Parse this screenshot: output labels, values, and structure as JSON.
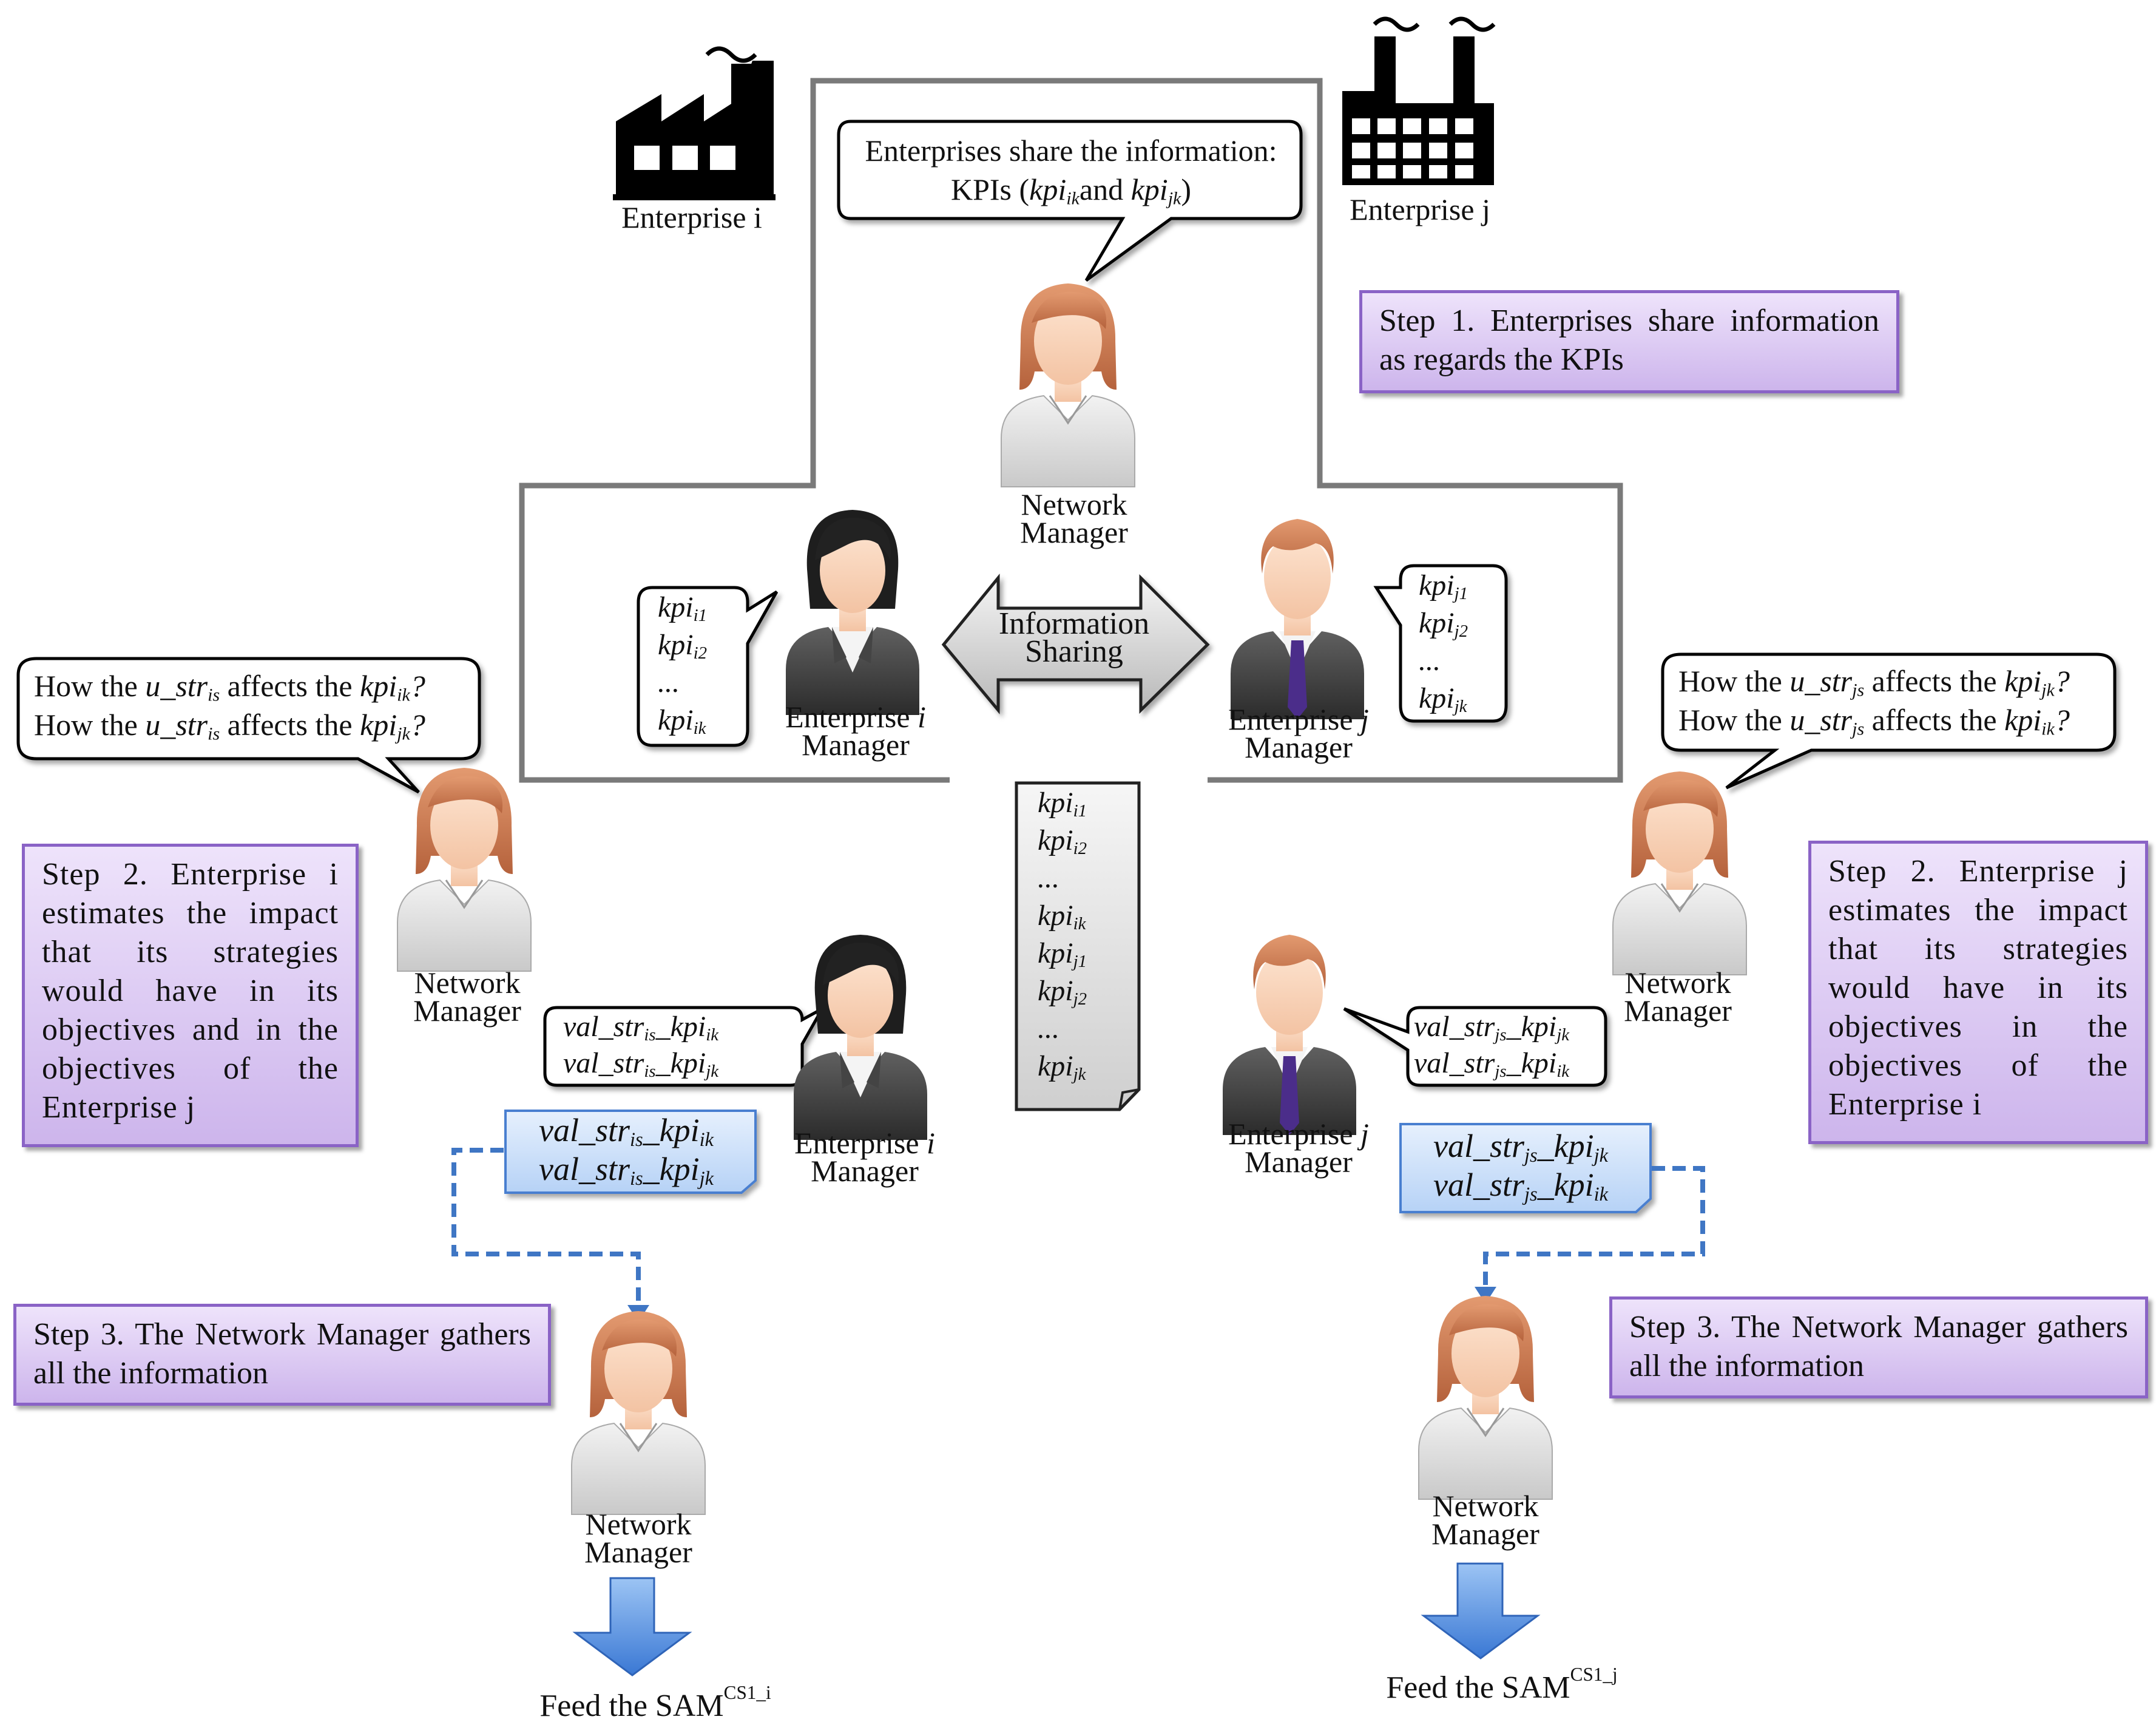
{
  "enterprises": {
    "i_label": "Enterprise i",
    "j_label": "Enterprise j"
  },
  "bubbles": {
    "network_top_line1": "Enterprises share the information:",
    "network_top_line2_prefix": "KPIs (",
    "network_top_kpi_a": "kpi",
    "network_top_kpi_a_sub": "ik",
    "network_top_and": "and",
    "network_top_kpi_b": "kpi",
    "network_top_kpi_b_sub": "jk",
    "network_top_line2_suffix": ")",
    "left_q_prefix": "How the ",
    "left_q_var": "u_str",
    "left_q_var_sub": "is",
    "left_q_mid": " affects the ",
    "left_q1_kpi": "kpi",
    "left_q1_kpi_sub": "ik",
    "left_q2_kpi": "kpi",
    "left_q2_kpi_sub": "jk",
    "right_q_prefix": "How the ",
    "right_q_var": "u_str",
    "right_q_var_sub": "js",
    "right_q_mid": " affects the ",
    "right_q1_kpi": "kpi",
    "right_q1_kpi_sub": "jk",
    "right_q2_kpi": "kpi",
    "right_q2_kpi_sub": "ik",
    "qmark": "?"
  },
  "kpi_lists": {
    "i_items": [
      {
        "base": "kpi",
        "sub": "i1"
      },
      {
        "base": "kpi",
        "sub": "i2"
      },
      {
        "base": "...",
        "sub": ""
      },
      {
        "base": "kpi",
        "sub": "ik"
      }
    ],
    "j_items": [
      {
        "base": "kpi",
        "sub": "j1"
      },
      {
        "base": "kpi",
        "sub": "j2"
      },
      {
        "base": "...",
        "sub": ""
      },
      {
        "base": "kpi",
        "sub": "jk"
      }
    ],
    "shared_items": [
      {
        "base": "kpi",
        "sub": "i1"
      },
      {
        "base": "kpi",
        "sub": "i2"
      },
      {
        "base": "...",
        "sub": ""
      },
      {
        "base": "kpi",
        "sub": "ik"
      },
      {
        "base": "kpi",
        "sub": "j1"
      },
      {
        "base": "kpi",
        "sub": "j2"
      },
      {
        "base": "...",
        "sub": ""
      },
      {
        "base": "kpi",
        "sub": "jk"
      }
    ]
  },
  "val_str": {
    "prefix": "val_str",
    "sep": "_",
    "kpi": "kpi",
    "i_sub": "is",
    "j_sub": "js",
    "ik": "ik",
    "jk": "jk"
  },
  "arrow_label_line1": "Information",
  "arrow_label_line2": "Sharing",
  "people": {
    "network_manager_line1": "Network",
    "network_manager_line2": "Manager",
    "enterprise_i_manager_line1_prefix": "Enterprise ",
    "enterprise_i_manager_letter": "i",
    "enterprise_j_manager_letter": "j",
    "manager_line2": "Manager"
  },
  "steps": {
    "step1": "Step 1. Enterprises share information as regards the KPIs",
    "step2_left": "Step 2. Enterprise i estimates the impact that its strategies would have in its objectives and in the objectives of the Enterprise j",
    "step2_right": "Step 2. Enterprise j estimates the impact that its strategies would have in its objectives in the objectives of the Enterprise i",
    "step3_left": "Step 3. The Network Manager gathers all the information",
    "step3_right": "Step 3. The Network Manager gathers all the information"
  },
  "feed": {
    "prefix": "Feed the SAM",
    "left_sup": "CS1_i",
    "right_sup": "CS1_j"
  },
  "colors": {
    "step_fill_top": "#eee3fb",
    "step_fill_bottom": "#cdb5ec",
    "step_border": "#8a63c6",
    "frame": "#7a7a7a",
    "blue_doc": "#cfe2fb",
    "blue_arrow": "#4a86d8",
    "dashed": "#3f76c4"
  }
}
